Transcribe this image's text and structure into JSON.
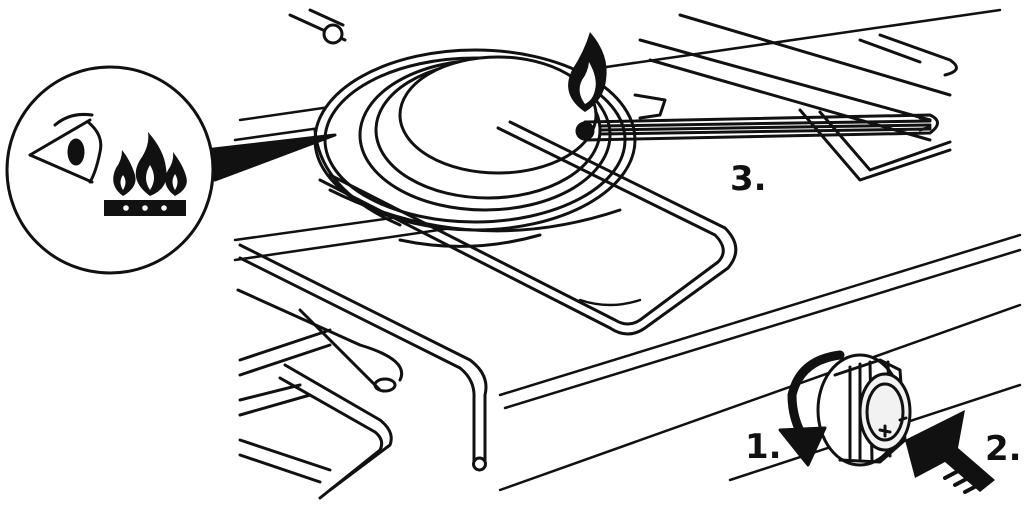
{
  "illustration": {
    "steps": [
      {
        "label": "1.",
        "action": "turn-knob-counterclockwise"
      },
      {
        "label": "2.",
        "action": "press-knob"
      },
      {
        "label": "3.",
        "action": "light-burner-with-match"
      }
    ],
    "callout": {
      "icons": [
        "eye-icon",
        "flame-icon"
      ]
    },
    "colors": {
      "line": "#111111",
      "background": "#ffffff",
      "knob_fill": "#f2f2f2"
    }
  }
}
